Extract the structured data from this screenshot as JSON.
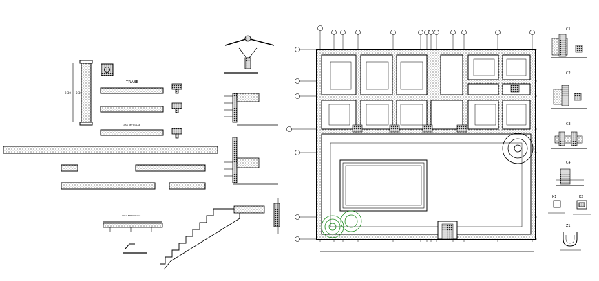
{
  "labels": {
    "trabe": "TRABE",
    "dim_height_1": "2.30",
    "dim_height_2": "0.30",
    "losa_reticular": "LOSA RETICULAR",
    "losa_nervurada": "LOSA NERVURADA",
    "c1": "C1",
    "c2": "C2",
    "c3": "C3",
    "c4": "C4",
    "k1": "K1",
    "k2": "K2",
    "z1": "Z1"
  },
  "colors": {
    "line": "#000000",
    "tree": "#1c8a1c",
    "hatch": "#555555"
  }
}
